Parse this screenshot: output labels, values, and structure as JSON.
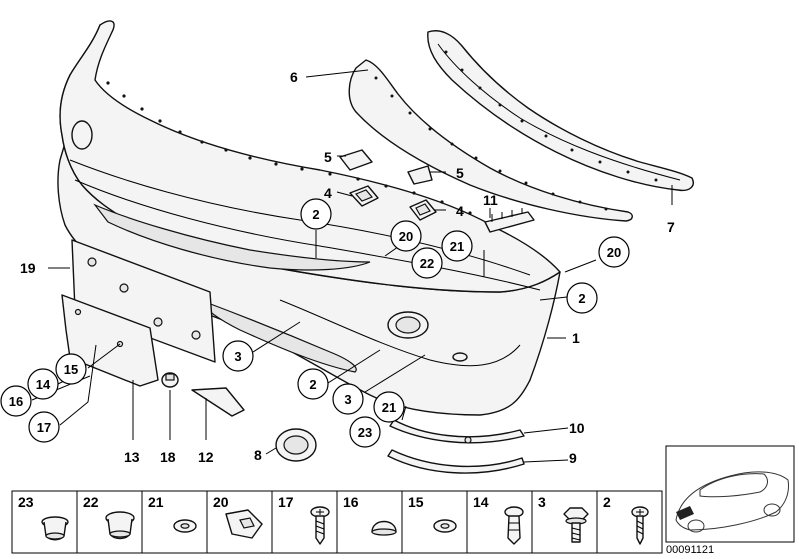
{
  "callouts": {
    "c1": "1",
    "c2a": "2",
    "c2b": "2",
    "c2c": "2",
    "c3a": "3",
    "c3b": "3",
    "c4a": "4",
    "c4b": "4",
    "c5a": "5",
    "c5b": "5",
    "c6": "6",
    "c7": "7",
    "c8": "8",
    "c9": "9",
    "c10": "10",
    "c11": "11",
    "c12": "12",
    "c13": "13",
    "c14": "14",
    "c15": "15",
    "c16": "16",
    "c17": "17",
    "c18": "18",
    "c19": "19",
    "c20a": "20",
    "c20b": "20",
    "c21a": "21",
    "c21b": "21",
    "c22": "22",
    "c23": "23"
  },
  "parts_strip": [
    {
      "label": "23",
      "icon": "plug-cap-icon"
    },
    {
      "label": "22",
      "icon": "grommet-icon"
    },
    {
      "label": "21",
      "icon": "washer-icon"
    },
    {
      "label": "20",
      "icon": "clip-nut-icon"
    },
    {
      "label": "17",
      "icon": "screw-icon"
    },
    {
      "label": "16",
      "icon": "dome-cap-icon"
    },
    {
      "label": "15",
      "icon": "washer-icon"
    },
    {
      "label": "14",
      "icon": "expanding-rivet-icon"
    },
    {
      "label": "3",
      "icon": "hex-bolt-icon"
    },
    {
      "label": "2",
      "icon": "screw-icon"
    }
  ],
  "thumbnail": {
    "icon": "car-thumbnail-icon"
  },
  "diagram_code": "00091121"
}
